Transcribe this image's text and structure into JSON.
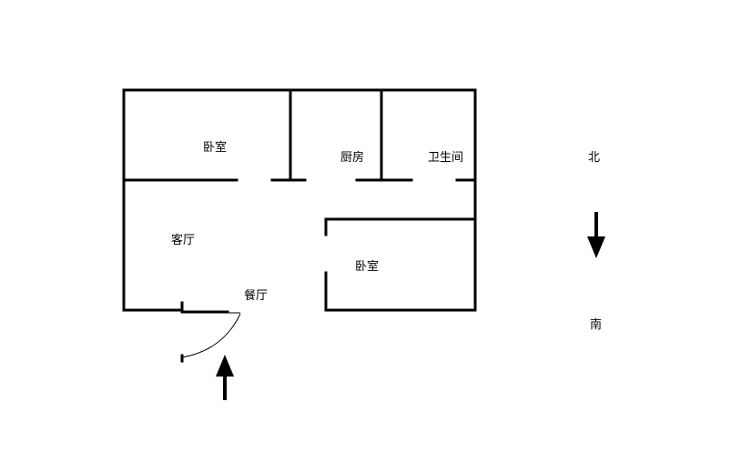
{
  "rooms": {
    "bedroom_north": "卧室",
    "kitchen": "厨房",
    "bathroom": "卫生间",
    "living_room": "客厅",
    "bedroom_south": "卧室",
    "dining_room": "餐厅"
  },
  "compass": {
    "north": "北",
    "south": "南",
    "arrow_color": "#000000"
  },
  "entrance": {
    "arrow_color": "#000000"
  },
  "colors": {
    "wall": "#000000",
    "background": "#ffffff"
  }
}
